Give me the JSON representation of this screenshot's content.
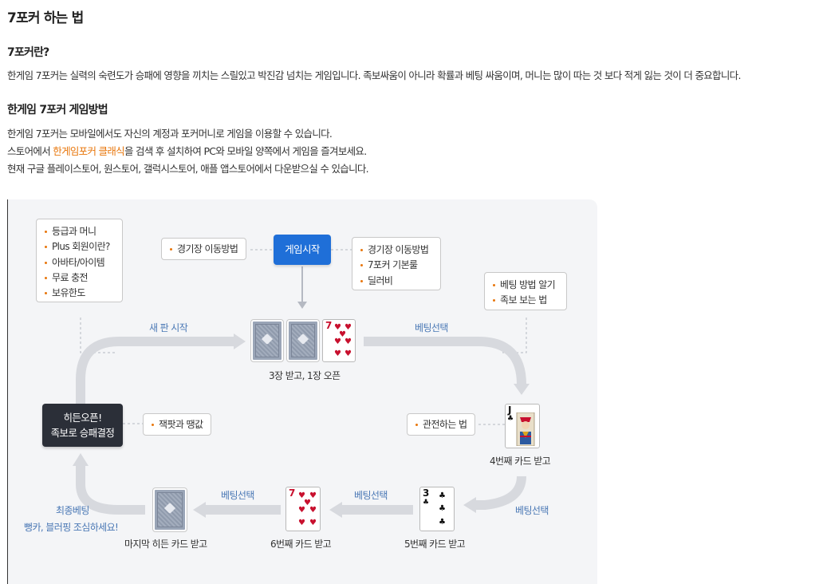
{
  "page": {
    "title": "7포커 하는 법",
    "section1_heading": "7포커란?",
    "section1_text": "한게임 7포커는 실력의 숙련도가 승패에 영향을 끼치는 스릴있고 박진감 넘치는 게임입니다. 족보싸움이 아니라 확률과 베팅 싸움이며, 머니는 많이 따는 것 보다 적게 잃는 것이 더 중요합니다.",
    "section2_heading": "한게임 7포커 게임방법",
    "section2_line1": "한게임 7포커는 모바일에서도 자신의 계정과 포커머니로 게임을 이용할 수 있습니다.",
    "section2_line2_before": "스토어에서 ",
    "section2_line2_highlight": "한게임포커 클래식",
    "section2_line2_after": "을 검색 후 설치하여 PC와 모바일 양쪽에서 게임을 즐겨보세요.",
    "section2_line3": "현재 구글 플레이스토어, 원스토어, 갤럭시스토어, 애플 앱스토어에서 다운받으실 수 있습니다."
  },
  "colors": {
    "accent": "#e8760b",
    "primary_button": "#1f6fd8",
    "dark_button": "#2b2f38",
    "step_label": "#4a78b5",
    "diagram_bg": "#f4f5f7"
  },
  "diagram": {
    "info_menu": [
      "등급과 머니",
      "Plus 회원이란?",
      "아바타/아이템",
      "무료 충전",
      "보유한도"
    ],
    "move_left": "경기장 이동방법",
    "start_button": "게임시작",
    "start_links": [
      "경기장 이동방법",
      "7포커 기본룰",
      "딜러비"
    ],
    "betting_links": [
      "베팅 방법 알기",
      "족보 보는 법"
    ],
    "new_round": "새 판 시작",
    "betting_select": "베팅선택",
    "step_3cards": "3장 받고, 1장 오픈",
    "hidden_open_line1": "히든오픈!",
    "hidden_open_line2": "족보로 승패결정",
    "jackpot_link": "잭팟과 땡값",
    "spectate_link": "관전하는 법",
    "step_4th": "4번째 카드 받고",
    "step_5th": "5번째 카드 받고",
    "step_6th": "6번째 카드 받고",
    "step_last": "마지막 히든 카드 받고",
    "final_bet_line1": "최종베팅",
    "final_bet_line2": "뻥카, 블러핑 조심하세요!",
    "cards": {
      "seven": "7",
      "jack": "J",
      "three": "3"
    }
  }
}
